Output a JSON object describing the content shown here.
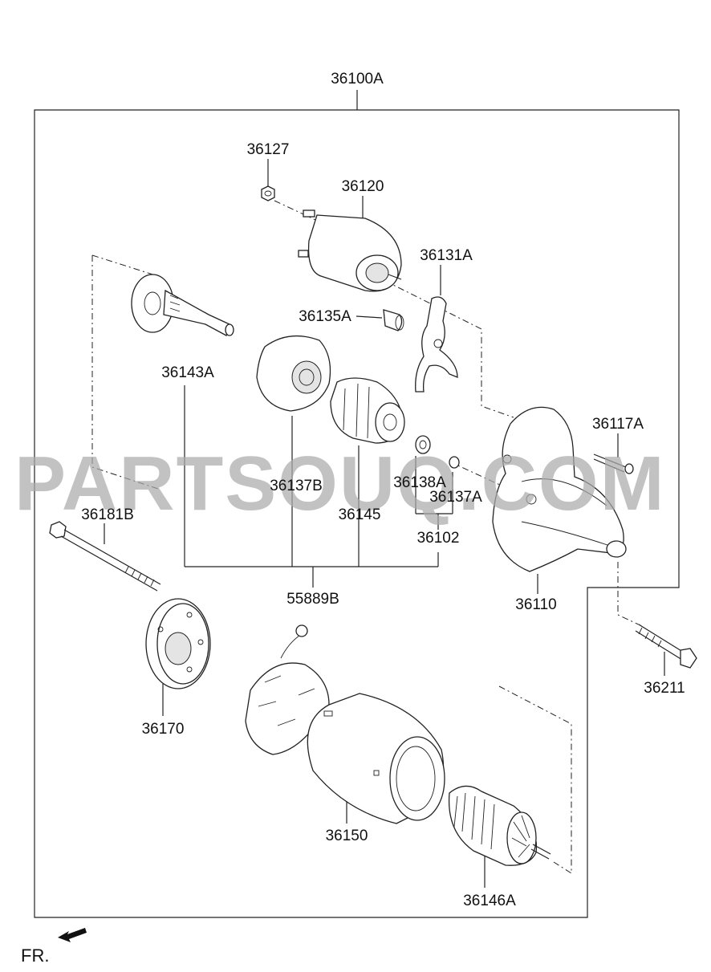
{
  "diagram": {
    "assembly_label": "36100A",
    "orientation_label": "FR.",
    "watermark": "PARTSOUQ.COM",
    "parts": {
      "p36127": "36127",
      "p36120": "36120",
      "p36131A": "36131A",
      "p36135A": "36135A",
      "p36143A": "36143A",
      "p36137B": "36137B",
      "p36145": "36145",
      "p36138A": "36138A",
      "p36137A": "36137A",
      "p36102": "36102",
      "p36117A": "36117A",
      "p36110": "36110",
      "p36181B": "36181B",
      "p55889B": "55889B",
      "p36211": "36211",
      "p36170": "36170",
      "p36150": "36150",
      "p36146A": "36146A"
    }
  }
}
